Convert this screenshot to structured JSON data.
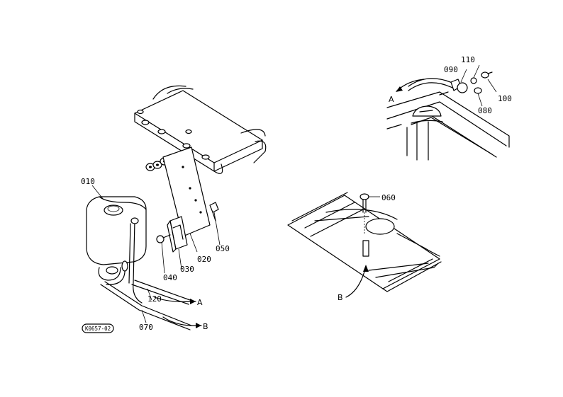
{
  "callouts": {
    "p010": "010",
    "p020": "020",
    "p030": "030",
    "p040": "040",
    "p050": "050",
    "p060": "060",
    "p070": "070",
    "p080": "080",
    "p090": "090",
    "p100": "100",
    "p110": "110",
    "p120": "120"
  },
  "connectors": {
    "a": "A",
    "b": "B"
  },
  "figure_code": "K0657-02"
}
